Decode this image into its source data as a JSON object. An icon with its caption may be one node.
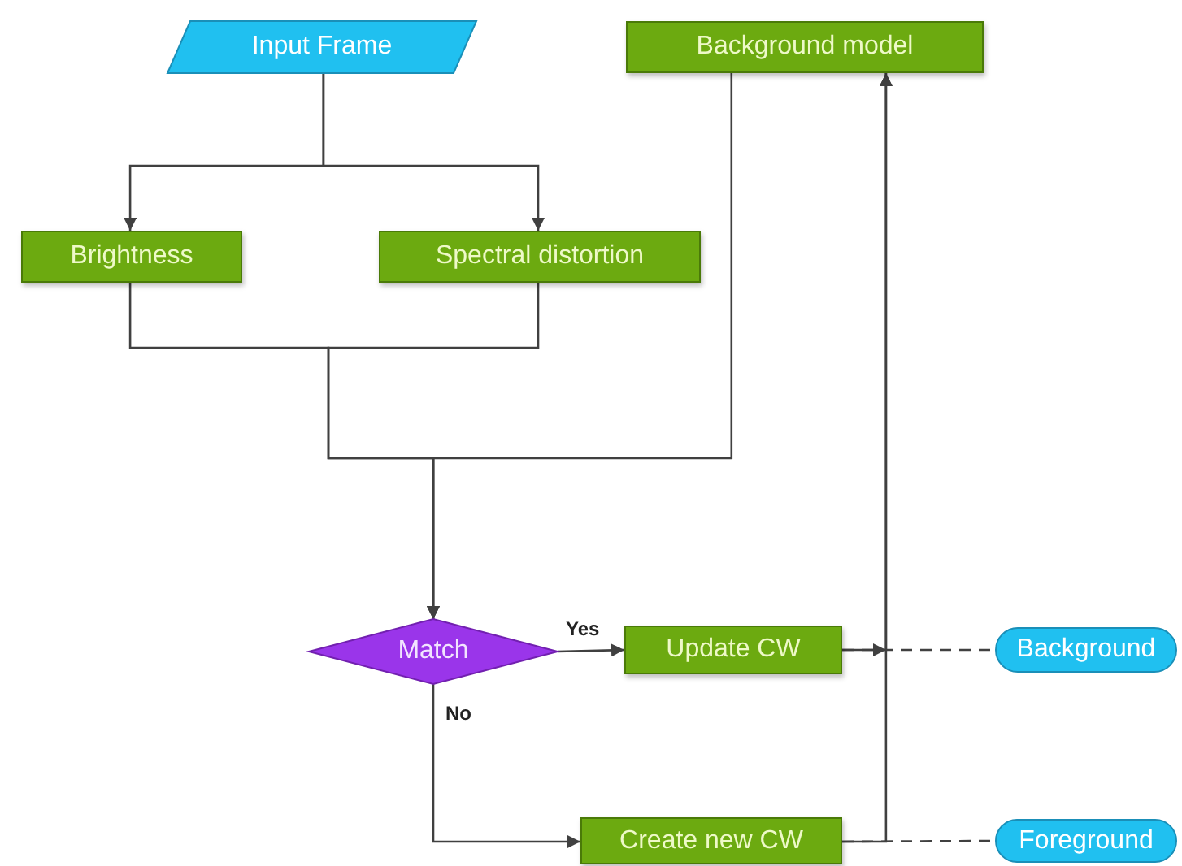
{
  "diagram": {
    "nodes": [
      {
        "text": [
          "Input Frame"
        ]
      },
      {
        "text": [
          "Background model"
        ]
      },
      {
        "text": [
          "Brightness"
        ]
      },
      {
        "text": [
          "Spectral distortion"
        ]
      },
      {
        "text": [
          "Match"
        ]
      },
      {
        "text": [
          "Update CW"
        ]
      },
      {
        "text": [
          "Create new CW"
        ]
      },
      {
        "text": [
          "Background"
        ]
      },
      {
        "text": [
          "Foreground"
        ]
      }
    ],
    "edges": [
      {
        "from": 0,
        "to": 2,
        "arrow": "to"
      },
      {
        "from": 0,
        "to": 3,
        "arrow": "to"
      },
      {
        "from": 2,
        "to": 4,
        "arrow": "to"
      },
      {
        "from": 3,
        "to": 4,
        "arrow": "to"
      },
      {
        "from": 1,
        "to": 4,
        "arrow": "to"
      },
      {
        "from": 4,
        "to": 5,
        "arrow": "to",
        "label": "Yes"
      },
      {
        "from": 4,
        "to": 6,
        "arrow": "to",
        "label": "No"
      },
      {
        "from": 5,
        "to": 1,
        "arrow": "to"
      },
      {
        "from": 6,
        "to": 1,
        "arrow": "to"
      },
      {
        "from": 5,
        "to": 7,
        "arrow": "none",
        "style": "dashed"
      },
      {
        "from": 6,
        "to": 8,
        "arrow": "none",
        "style": "dashed"
      }
    ]
  }
}
